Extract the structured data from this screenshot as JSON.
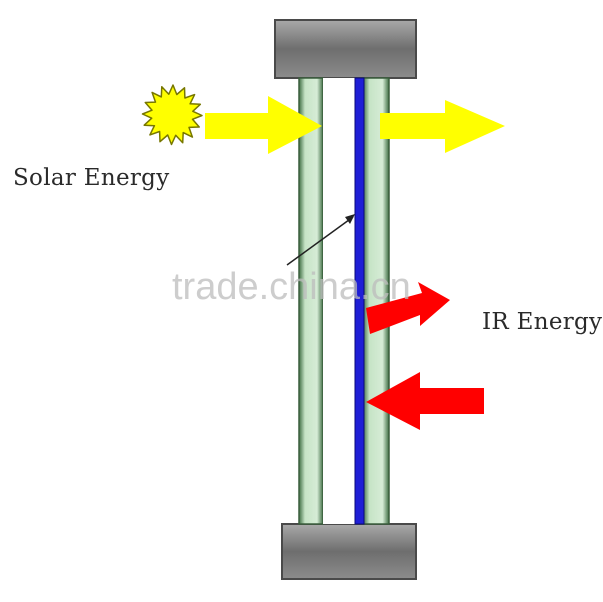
{
  "labels": {
    "solar": "Solar Energy",
    "ir": "IR Energy"
  },
  "watermark": "trade.china.cn",
  "colors": {
    "frame": "#7f7f7f",
    "glass_outer": "#4f7a52",
    "glass_inner": "#cfe6cf",
    "low_e_coating": "#1f1fd6",
    "solar_arrow": "#ffff00",
    "sun": "#ffff00",
    "ir_arrow": "#ff0000"
  }
}
